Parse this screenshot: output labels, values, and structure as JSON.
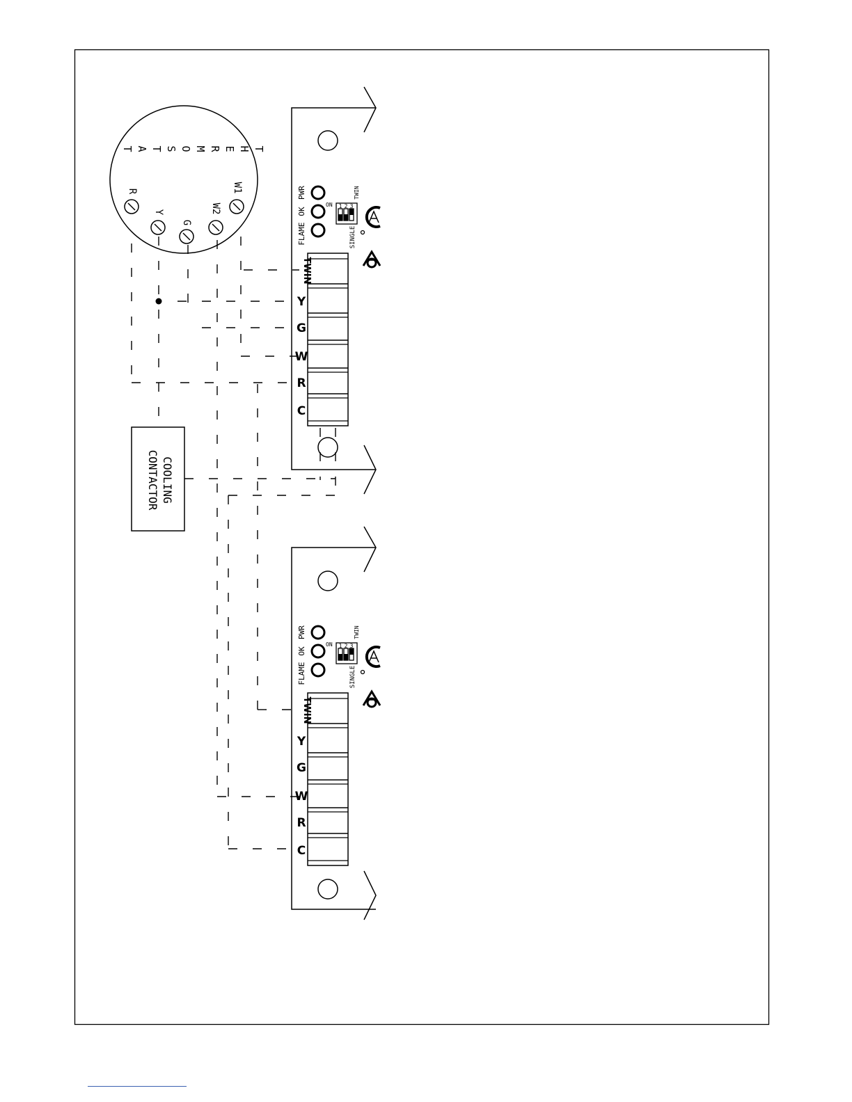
{
  "thermostat": {
    "letters": [
      "T",
      "H",
      "E",
      "R",
      "M",
      "O",
      "S",
      "T",
      "A",
      "T"
    ],
    "terminals": {
      "w1": "W1",
      "w2": "W2",
      "g": "G",
      "y": "Y",
      "r": "R"
    }
  },
  "cooling_contactor": {
    "line1": "COOLING",
    "line2": "CONTACTOR"
  },
  "control_board": {
    "led_labels": {
      "pwr": "PWR",
      "ok": "OK",
      "flame": "FLAME"
    },
    "dip_switch": {
      "on": "ON",
      "numbers": [
        "1",
        "2",
        "3"
      ],
      "twin": "TWIN",
      "single": "SINGLE"
    },
    "terminals": [
      "TWIN",
      "Y",
      "G",
      "W",
      "R",
      "C"
    ]
  }
}
